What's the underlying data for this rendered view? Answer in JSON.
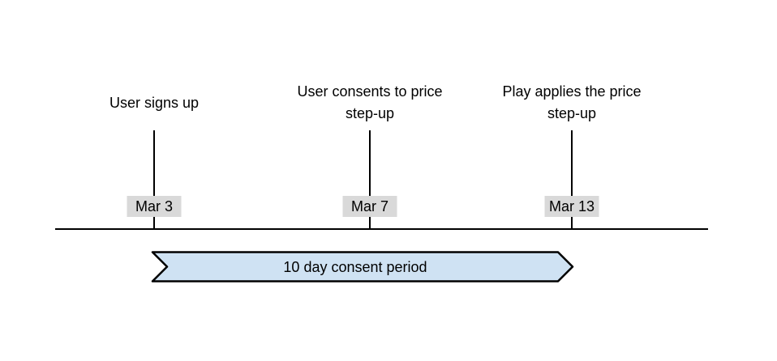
{
  "diagram": {
    "type": "timeline",
    "colors": {
      "banner_fill": "#cfe2f3",
      "banner_stroke": "#000000",
      "date_label_bg": "#d9d9d9",
      "line": "#000000",
      "text": "#000000"
    },
    "events": [
      {
        "label": "User signs up",
        "date": "Mar 3"
      },
      {
        "label": "User consents to price step-up",
        "date": "Mar 7"
      },
      {
        "label": "Play applies the price step-up",
        "date": "Mar 13"
      }
    ],
    "consent_period": {
      "label": "10 day consent period"
    }
  }
}
